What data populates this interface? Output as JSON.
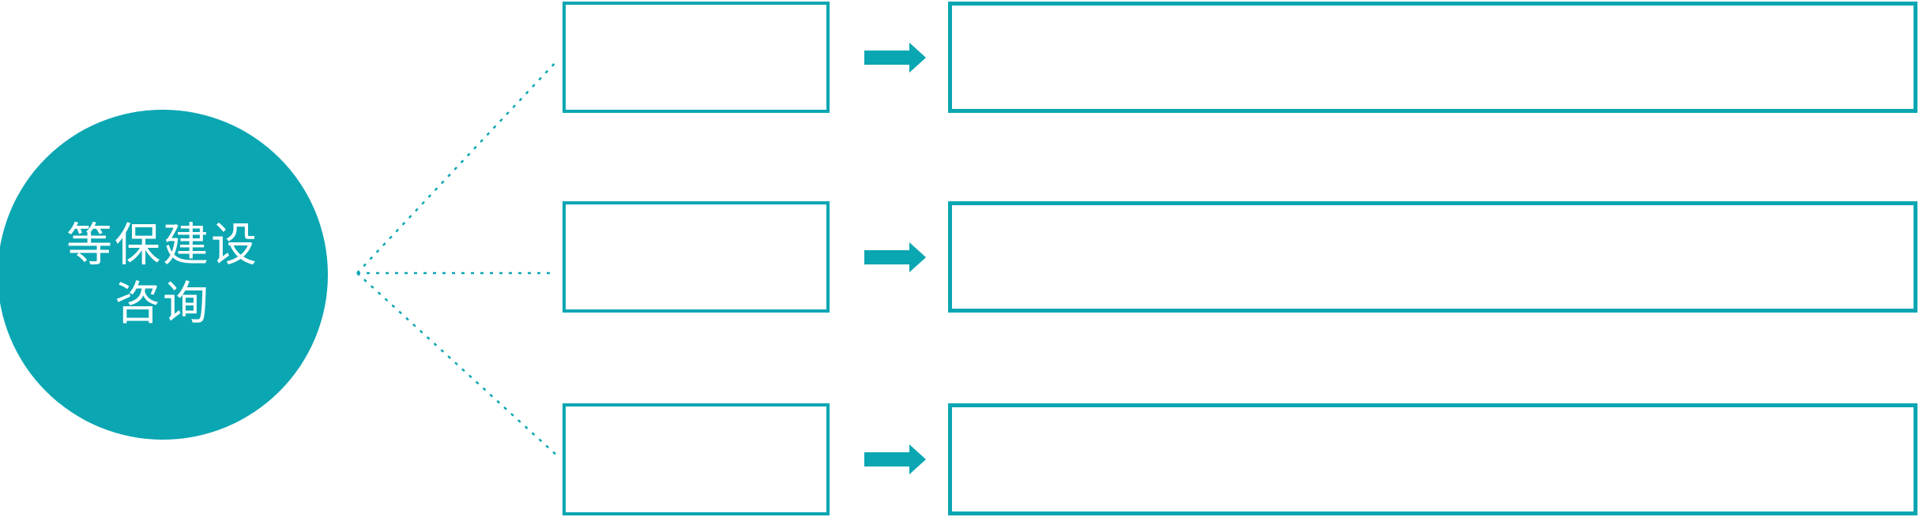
{
  "colors": {
    "accent": "#0aa6b2",
    "text_on_accent": "#ffffff",
    "canvas_background": "#ffffff"
  },
  "diagram": {
    "topic_circle": {
      "line1": "等保建设",
      "line2": "咨询"
    },
    "connector_style": "dotted",
    "rows": [
      {
        "step_box_text": "",
        "arrow": "right-block-arrow",
        "detail_box_text": ""
      },
      {
        "step_box_text": "",
        "arrow": "right-block-arrow",
        "detail_box_text": ""
      },
      {
        "step_box_text": "",
        "arrow": "right-block-arrow",
        "detail_box_text": ""
      }
    ]
  }
}
